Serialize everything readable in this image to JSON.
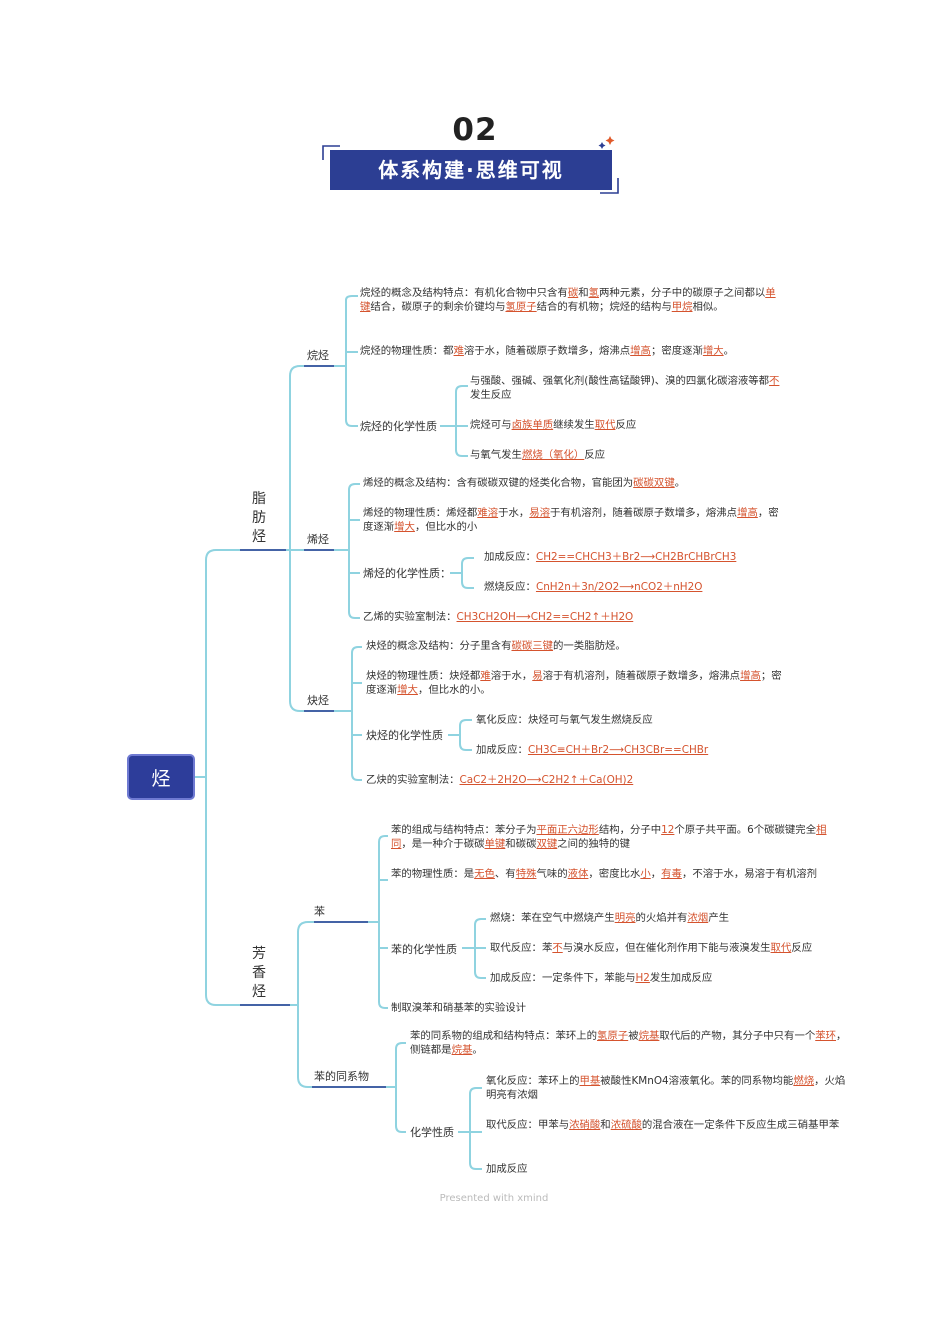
{
  "header": {
    "number": "02",
    "title": "体系构建·思维可视"
  },
  "root": "烃",
  "categories": {
    "aliphatic": "脂肪烃",
    "aromatic": "芳香烃"
  },
  "labels": {
    "alkane": "烷烃",
    "alkene": "烯烃",
    "alkyne": "炔烃",
    "benzene": "苯",
    "homolog": "苯的同系物",
    "alkane_chem": "烷烃的化学性质",
    "alkene_chem": "烯烃的化学性质：",
    "alkyne_chem": "炔烃的化学性质",
    "benzene_chem": "苯的化学性质",
    "homolog_chem": "化学性质"
  },
  "nodes": {
    "alkane_concept": [
      "烷烃的概念及结构特点：有机化合物中只含有",
      {
        "u": "碳"
      },
      "和",
      {
        "u": "氢"
      },
      "两种元素，分子中的碳原子之间都以",
      {
        "u": "单键"
      },
      "结合，碳原子的剩余价键均与",
      {
        "u": "氢原子"
      },
      "结合的有机物；烷烃的结构与",
      {
        "u": "甲烷"
      },
      "相似。"
    ],
    "alkane_phys": [
      "烷烃的物理性质：都",
      {
        "u": "难"
      },
      "溶于水，随着碳原子数增多，熔沸点",
      {
        "u": "增高"
      },
      "；密度逐渐",
      {
        "u": "增大"
      },
      "。"
    ],
    "alkane_c1": [
      "与强酸、强碱、强氧化剂(酸性高锰酸钾)、溴的四氯化碳溶液等都",
      {
        "u": "不"
      },
      "发生反应"
    ],
    "alkane_c2": [
      "烷烃可与",
      {
        "u": "卤族单质"
      },
      "继续发生",
      {
        "u": "取代"
      },
      "反应"
    ],
    "alkane_c3": [
      "与氧气发生",
      {
        "u": "燃烧（氧化）"
      },
      "反应"
    ],
    "alkene_concept": [
      "烯烃的概念及结构：含有碳碳双键的烃类化合物，官能团为",
      {
        "u": "碳碳双键"
      },
      "。"
    ],
    "alkene_phys": [
      "烯烃的物理性质：烯烃都",
      {
        "u": "难溶"
      },
      "于水，",
      {
        "u": "易溶"
      },
      "于有机溶剂，随着碳原子数增多，熔沸点",
      {
        "u": "增高"
      },
      "，密度逐渐",
      {
        "u": "增大"
      },
      "，但比水的小"
    ],
    "alkene_c1": [
      "加成反应：",
      {
        "u": "CH2==CHCH3＋Br2⟶CH2BrCHBrCH3"
      }
    ],
    "alkene_c2": [
      "燃烧反应：",
      {
        "u": "CnH2n＋3n/2O2⟶nCO2＋nH2O"
      }
    ],
    "alkene_lab": [
      "乙烯的实验室制法：",
      {
        "u": "CH3CH2OH⟶CH2==CH2↑＋H2O"
      }
    ],
    "alkyne_concept": [
      "炔烃的概念及结构：分子里含有",
      {
        "u": "碳碳三键"
      },
      "的一类脂肪烃。"
    ],
    "alkyne_phys": [
      "炔烃的物理性质：炔烃都",
      {
        "u": "难"
      },
      "溶于水，",
      {
        "u": "易"
      },
      "溶于有机溶剂，随着碳原子数增多，熔沸点",
      {
        "u": "增高"
      },
      "；密度逐渐",
      {
        "u": "增大"
      },
      "，但比水的小。"
    ],
    "alkyne_c1": [
      "氧化反应：炔烃可与氧气发生燃烧反应"
    ],
    "alkyne_c2": [
      "加成反应：",
      {
        "u": "CH3C≡CH＋Br2⟶CH3CBr==CHBr"
      }
    ],
    "alkyne_lab": [
      "乙炔的实验室制法：",
      {
        "u": "CaC2＋2H2O⟶C2H2↑＋Ca(OH)2"
      }
    ],
    "benzene_struct": [
      "苯的组成与结构特点：苯分子为",
      {
        "u": "平面正六边形"
      },
      "结构，分子中",
      {
        "u": "12"
      },
      "个原子共平面。6个碳碳键完全",
      {
        "u": "相同"
      },
      "，是一种介于碳碳",
      {
        "u": "单键"
      },
      "和碳碳",
      {
        "u": "双键"
      },
      "之间的独特的键"
    ],
    "benzene_phys": [
      "苯的物理性质：是",
      {
        "u": "无色"
      },
      "、有",
      {
        "u": "特殊"
      },
      "气味的",
      {
        "u": "液体"
      },
      "，密度比水",
      {
        "u": "小"
      },
      "，",
      {
        "u": "有毒"
      },
      "，不溶于水，易溶于有机溶剂"
    ],
    "benzene_c1": [
      "燃烧：苯在空气中燃烧产生",
      {
        "u": "明亮"
      },
      "的火焰并有",
      {
        "u": "浓烟"
      },
      "产生"
    ],
    "benzene_c2": [
      "取代反应：苯",
      {
        "u": "不"
      },
      "与溴水反应，但在催化剂作用下能与液溴发生",
      {
        "u": "取代"
      },
      "反应"
    ],
    "benzene_c3": [
      "加成反应：一定条件下，苯能与",
      {
        "u": "H2"
      },
      "发生加成反应"
    ],
    "benzene_lab": [
      "制取溴苯和硝基苯的实验设计"
    ],
    "homolog_struct": [
      "苯的同系物的组成和结构特点：苯环上的",
      {
        "u": "氢原子"
      },
      "被",
      {
        "u": "烷基"
      },
      "取代后的产物，其分子中只有一个",
      {
        "u": "苯环"
      },
      "，侧链都是",
      {
        "u": "烷基"
      },
      "。"
    ],
    "homolog_c1": [
      "氧化反应：苯环上的",
      {
        "u": "甲基"
      },
      "被酸性KMnO4溶液氧化。苯的同系物均能",
      {
        "u": "燃烧"
      },
      "，火焰明亮有浓烟"
    ],
    "homolog_c2": [
      "取代反应：甲苯与",
      {
        "u": "浓硝酸"
      },
      "和",
      {
        "u": "浓硫酸"
      },
      "的混合液在一定条件下反应生成三硝基甲苯"
    ],
    "homolog_c3": [
      "加成反应"
    ]
  },
  "footer": "Presented with xmind",
  "colors": {
    "banner": "#2c3e93",
    "root": "#2d3d9a",
    "line": "#8fd3e0",
    "highlight": "#d5532e"
  }
}
